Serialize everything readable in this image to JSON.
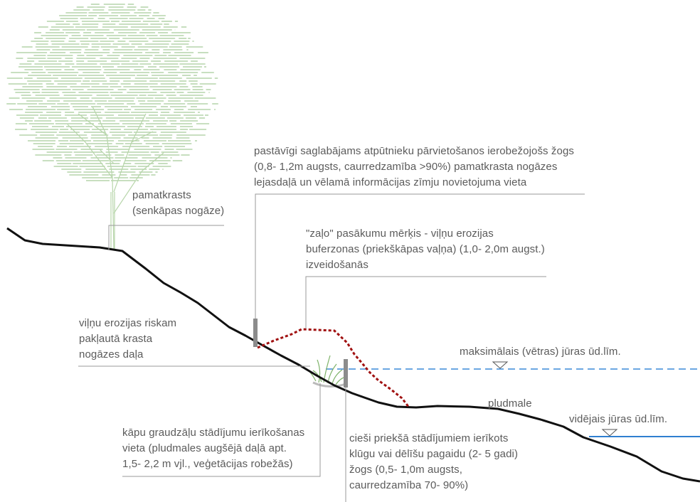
{
  "colors": {
    "ground": "#111111",
    "leader": "#9a9a9a",
    "label_text": "#5b5b5b",
    "buffer_dune_outline": "#a01010",
    "max_water_level": "#3a8ad8",
    "mean_water_level": "#2f7fd0",
    "fence": "#8c8c8c",
    "tree": "#a8cc9a",
    "grass": "#7fb36a"
  },
  "labels": {
    "tree": [
      "pamatkrasts",
      "(senkāpas nogāze)"
    ],
    "fence_permanent": [
      "pastāvīgi saglabājams atpūtnieku pārvietošanos ierobežojošs žogs",
      "(0,8- 1,2m augsts, caurredzamība >90%) pamatkrasta nogāzes",
      "lejasdaļā un vēlamā informācijas zīmju novietojuma vieta"
    ],
    "green_measures": [
      "\"zaļo\" pasākumu mērķis - viļņu erozijas",
      "buferzonas (priekškāpas vaļņa) (1,0- 2,0m augst.)",
      "izveidošanās"
    ],
    "erosion_risk": [
      "viļņu erozijas riskam",
      "pakļautā krasta",
      "nogāzes daļa"
    ],
    "max_level": "maksimālais (vētras) jūras ūd.līm.",
    "beach": "pludmale",
    "mean_level": "vidējais jūras ūd.līm.",
    "grass_planting": [
      "kāpu graudzāļu stādījumu ierīkošanas",
      "vieta (pludmales augšējā daļā apt.",
      "1,5- 2,2 m vjl., veģetācijas robežās)"
    ],
    "fence_temporary": [
      "cieši priekšā stādījumiem ierīkots",
      "klūgu vai dēlīšu pagaidu (2- 5 gadi)",
      "žogs (0,5- 1,0m augsts,",
      "caurredzamība 70- 90%)"
    ]
  }
}
